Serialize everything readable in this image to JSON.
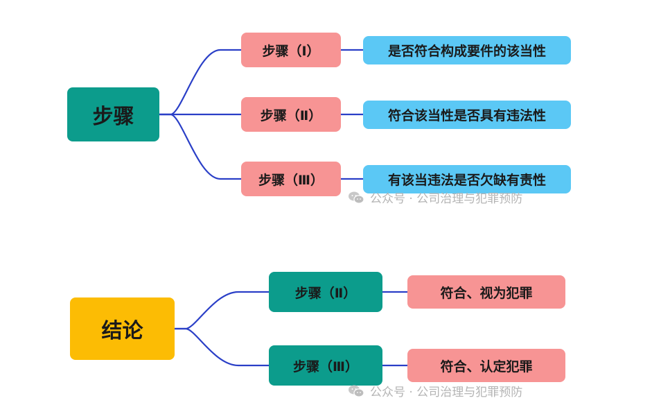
{
  "colors": {
    "teal": "#0c9c8c",
    "yellow": "#fcbc04",
    "pink": "#f79494",
    "blue": "#5bc8f5",
    "connector": "#2a3fc7"
  },
  "steps_tree": {
    "root": "步骤",
    "branches": [
      {
        "step": "步骤（Ⅰ）",
        "desc": "是否符合构成要件的该当性"
      },
      {
        "step": "步骤（Ⅱ）",
        "desc": "符合该当性是否具有违法性"
      },
      {
        "step": "步骤（Ⅲ）",
        "desc": "有该当违法是否欠缺有责性"
      }
    ]
  },
  "conclusion_tree": {
    "root": "结论",
    "branches": [
      {
        "step": "步骤（Ⅱ）",
        "desc": "符合、视为犯罪"
      },
      {
        "step": "步骤（Ⅲ）",
        "desc": "符合、认定犯罪"
      }
    ]
  },
  "watermark": {
    "text": "公众号 · 公司治理与犯罪预防",
    "icon": "wechat-icon"
  }
}
